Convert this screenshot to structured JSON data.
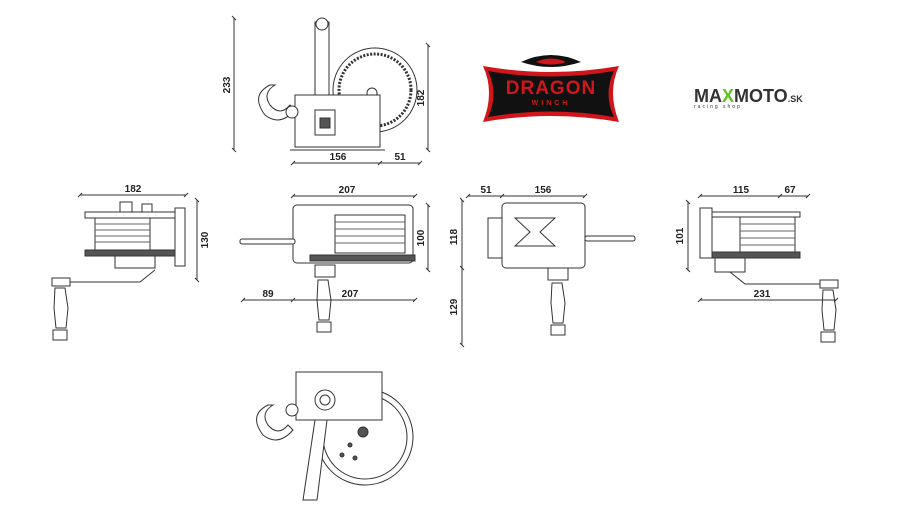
{
  "logos": {
    "dragon": {
      "line1": "DRAGON",
      "line2": "WINCH",
      "colors": {
        "red": "#d0161b",
        "black": "#111111"
      }
    },
    "maxmoto": {
      "name_a": "MA",
      "name_x": "X",
      "name_b": "MOTO",
      "suffix": ".SK",
      "tagline": "racing shop",
      "colors": {
        "green": "#5fc21f",
        "gray": "#333333"
      }
    }
  },
  "views": {
    "top": {
      "height": "233",
      "gear_height": "182",
      "width": "156",
      "offset": "51"
    },
    "left": {
      "width": "182",
      "height": "130"
    },
    "front": {
      "width_top": "207",
      "height": "100",
      "handle_offset": "89",
      "width_bottom": "207"
    },
    "back": {
      "left": "51",
      "width": "156",
      "height_body": "118",
      "handle_length": "129"
    },
    "right": {
      "width": "115",
      "offset": "67",
      "height": "101",
      "crank_length": "231"
    }
  }
}
